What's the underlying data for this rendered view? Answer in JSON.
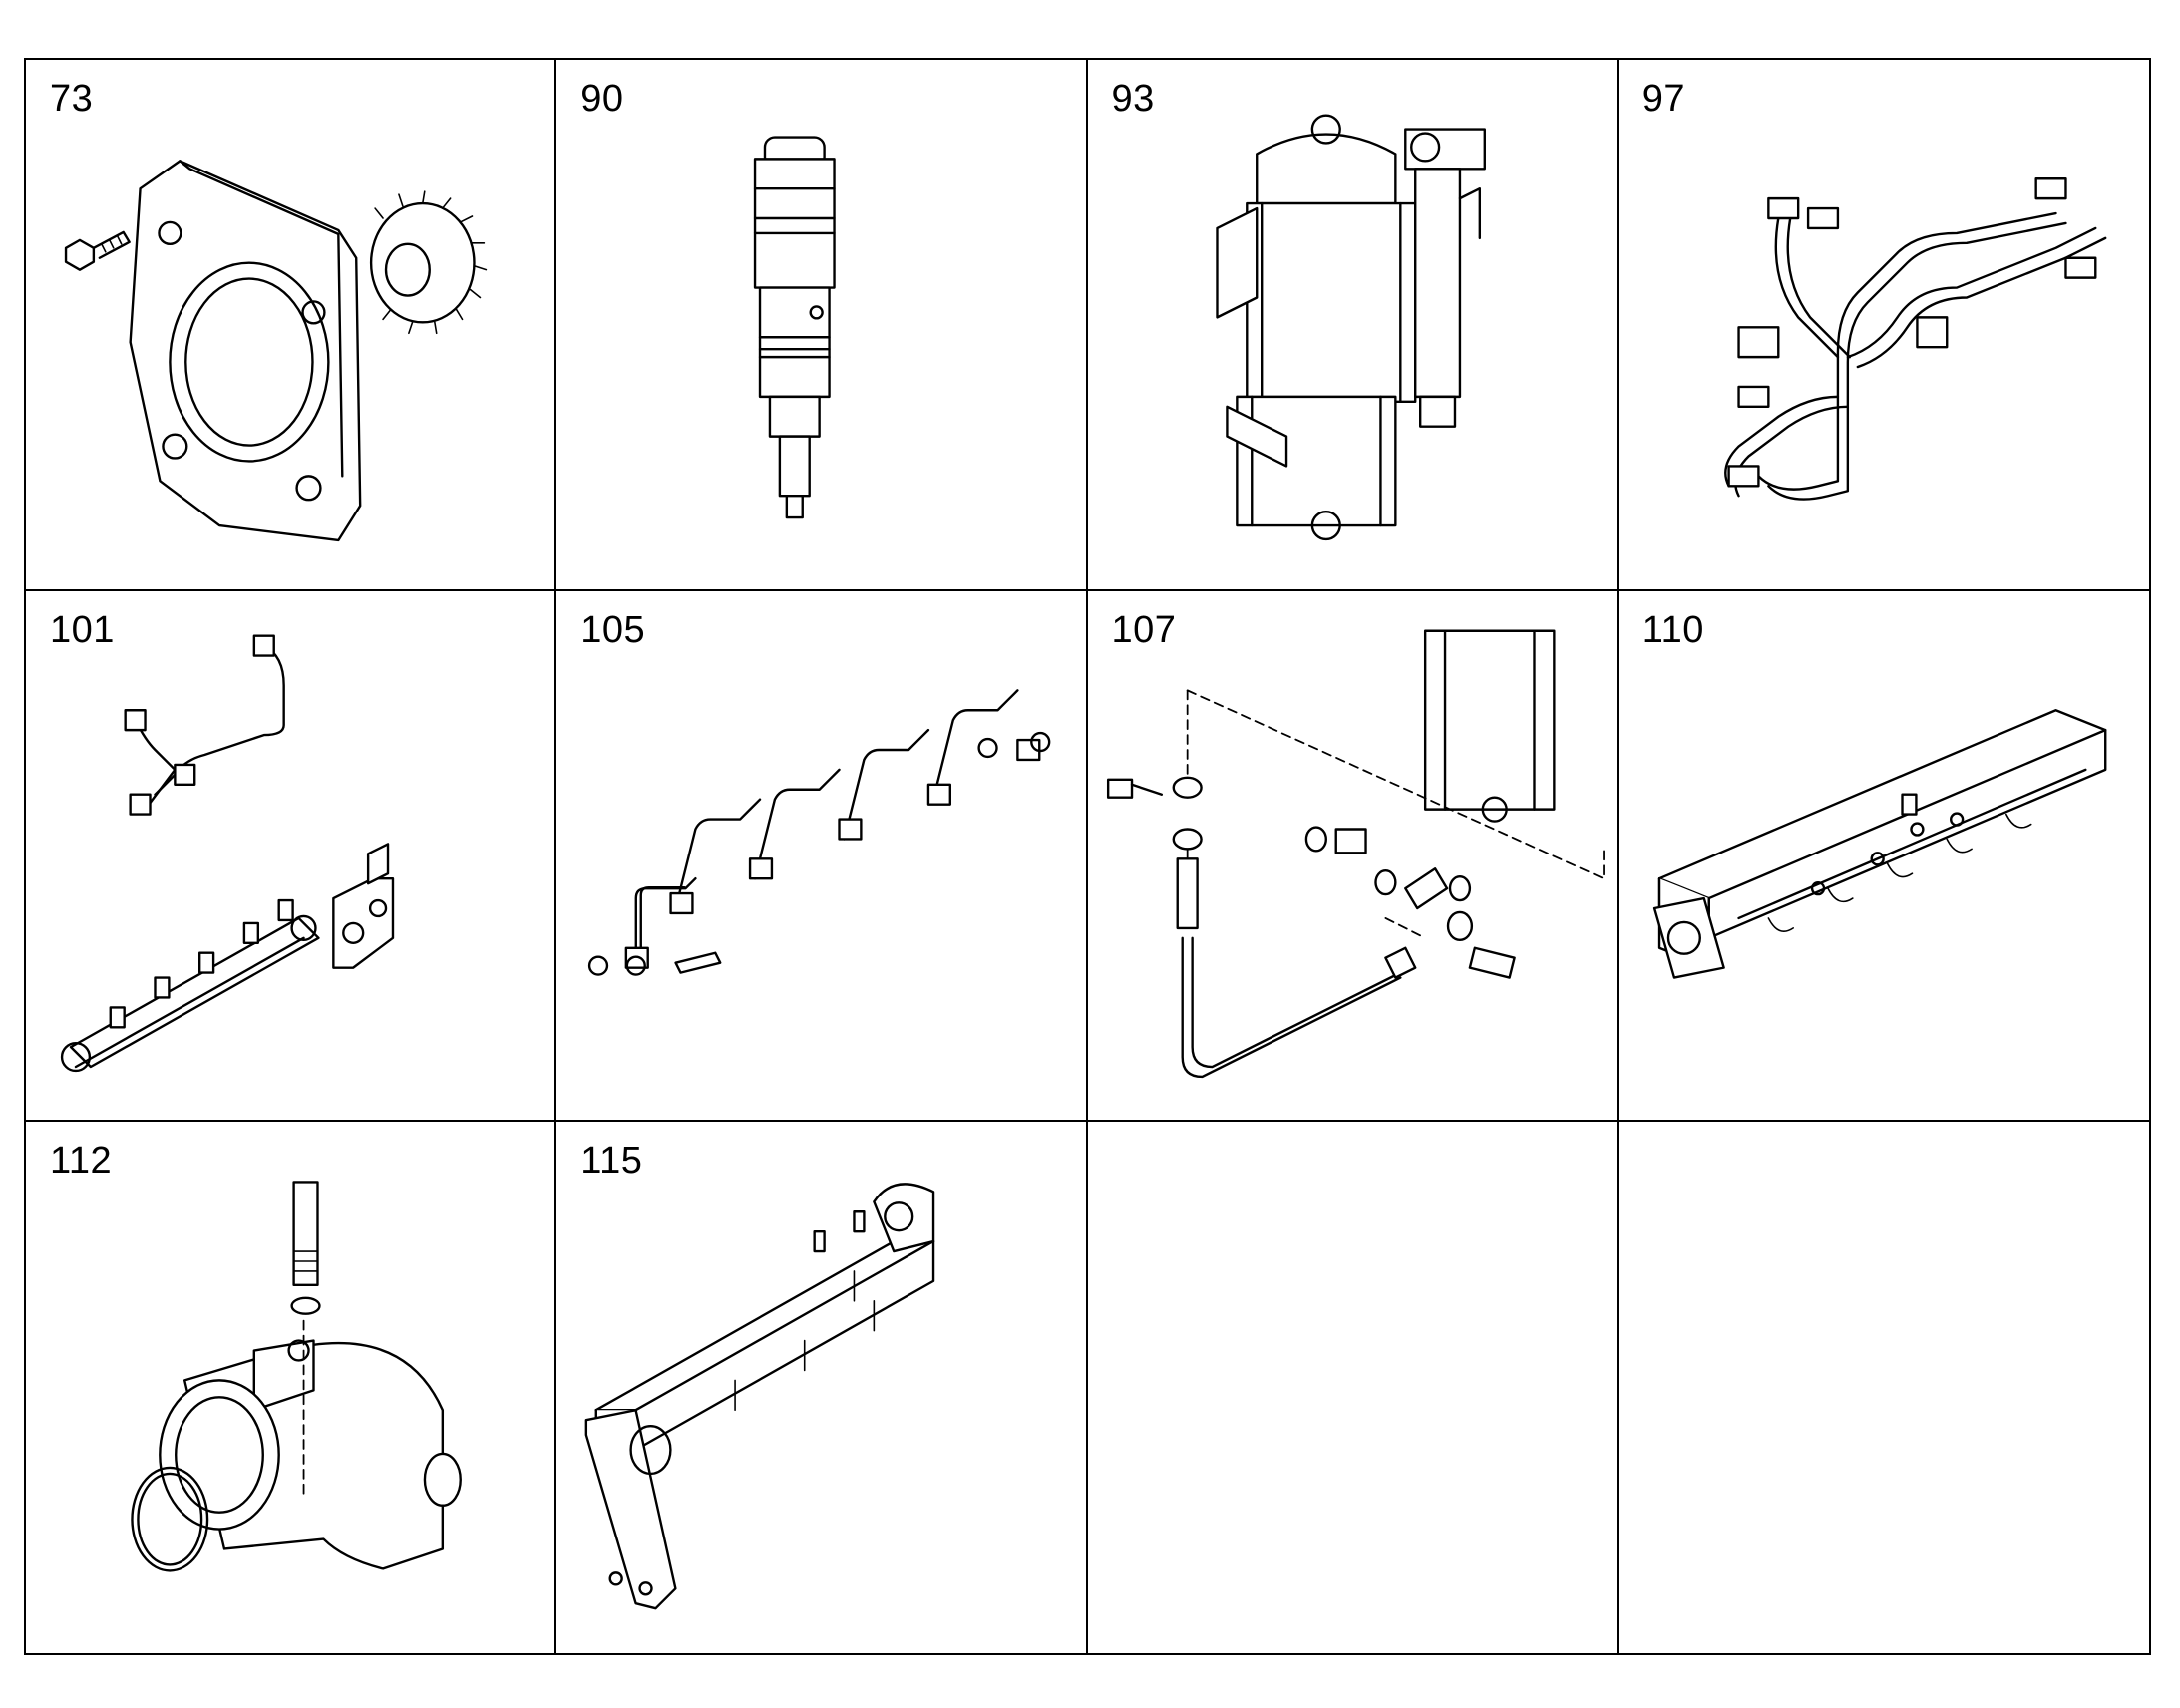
{
  "parts_grid": {
    "cells": [
      {
        "label": "73",
        "icon": "timing-gear-housing-icon"
      },
      {
        "label": "90",
        "icon": "fuel-injector-icon"
      },
      {
        "label": "93",
        "icon": "fuel-filter-housing-icon"
      },
      {
        "label": "97",
        "icon": "fuel-pipes-icon"
      },
      {
        "label": "101",
        "icon": "common-rail-icon"
      },
      {
        "label": "105",
        "icon": "injection-lines-icon"
      },
      {
        "label": "107",
        "icon": "fuel-line-fittings-icon"
      },
      {
        "label": "110",
        "icon": "intake-manifold-icon"
      },
      {
        "label": "112",
        "icon": "elbow-housing-icon"
      },
      {
        "label": "115",
        "icon": "exhaust-manifold-icon"
      },
      {
        "label": "",
        "icon": ""
      },
      {
        "label": "",
        "icon": ""
      }
    ]
  }
}
